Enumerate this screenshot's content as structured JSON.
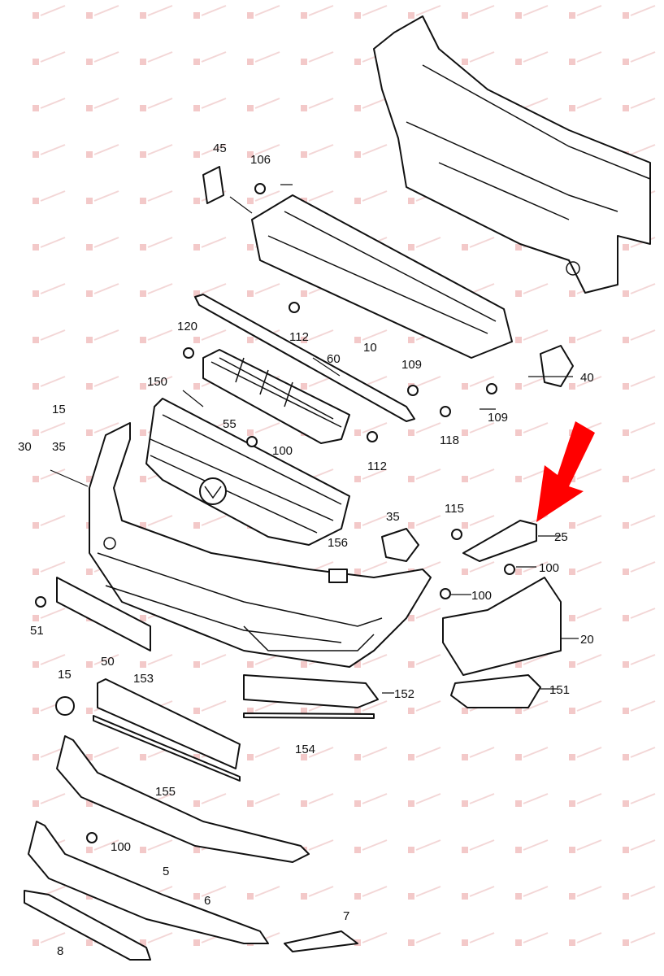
{
  "diagram": {
    "title": "Front bumper assembly exploded view",
    "highlight_color": "#ff0000",
    "callouts": [
      "45",
      "106",
      "112",
      "10",
      "120",
      "60",
      "109",
      "40",
      "150",
      "109",
      "55",
      "118",
      "15",
      "30",
      "35",
      "100",
      "112",
      "35",
      "115",
      "25",
      "156",
      "100",
      "100",
      "51",
      "20",
      "50",
      "15",
      "153",
      "152",
      "151",
      "154",
      "155",
      "100",
      "5",
      "6",
      "7",
      "8"
    ],
    "highlighted_part": "25"
  }
}
